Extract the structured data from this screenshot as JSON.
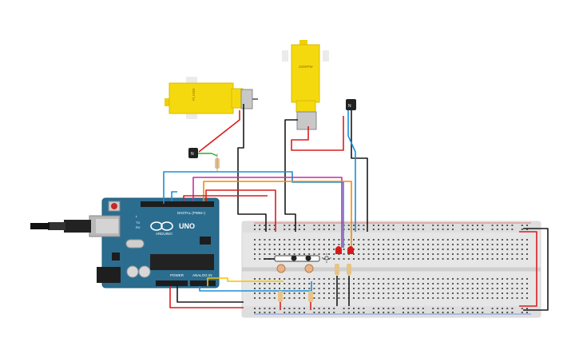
{
  "motor_left": {
    "label": "PL1060"
  },
  "motor_right": {
    "label": "200RPM"
  },
  "transistor_left": {
    "label": "N"
  },
  "transistor_right": {
    "label": "N"
  },
  "arduino": {
    "brand": "ARDUINO",
    "model": "UNO",
    "header_digital": "DIGITAL (PWM~)",
    "header_power": "POWER",
    "header_analog": "ANALOG IN",
    "label_tx": "TX",
    "label_rx": "RX",
    "label_l": "L"
  },
  "colors": {
    "board": "#2b6d8f",
    "board_dark": "#1f5470",
    "motor": "#f5d90f",
    "breadboard": "#e9e9e9",
    "wire_red": "#d81f1f",
    "wire_black": "#1a1a1a",
    "wire_blue": "#1c8fd6",
    "wire_orange": "#f28c00",
    "wire_magenta": "#c52fa3",
    "wire_yellow": "#f3c400",
    "wire_green": "#2fae2f"
  }
}
